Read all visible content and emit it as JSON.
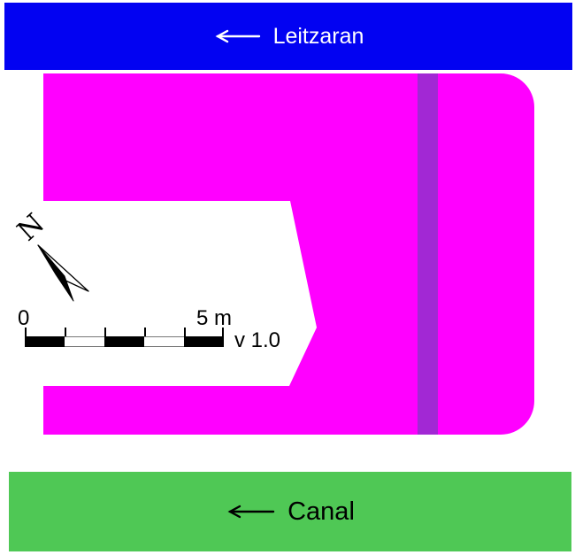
{
  "colors": {
    "river_band": "#0202F2",
    "platform": "#FF00FF",
    "wall_stripe": "#A228D4",
    "canal_band": "#4FC855",
    "river_label": "#FFFFFF",
    "canal_label": "#000000"
  },
  "river_band": {
    "label": "Leitzaran",
    "flow_arrow": "left-arrow"
  },
  "canal_band": {
    "label": "Canal",
    "flow_arrow": "left-arrow"
  },
  "compass": {
    "label": "N"
  },
  "scalebar": {
    "zero_label": "0",
    "end_label": "5 m",
    "version_label": "v 1.0"
  }
}
